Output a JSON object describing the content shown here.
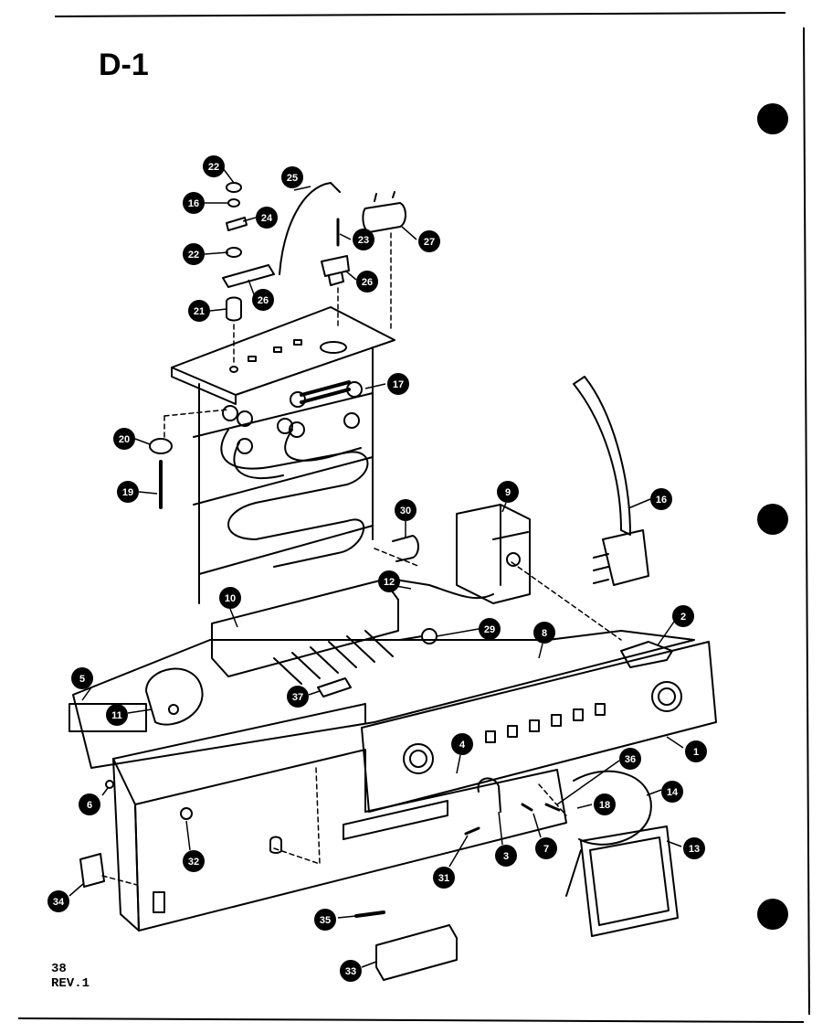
{
  "diagram": {
    "title": "D-1",
    "page_number": "38",
    "revision": "REV.1"
  },
  "callouts": [
    {
      "id": "c22a",
      "label": "22"
    },
    {
      "id": "c16a",
      "label": "16"
    },
    {
      "id": "c24",
      "label": "24"
    },
    {
      "id": "c22b",
      "label": "22"
    },
    {
      "id": "c26a",
      "label": "26"
    },
    {
      "id": "c21",
      "label": "21"
    },
    {
      "id": "c25",
      "label": "25"
    },
    {
      "id": "c23",
      "label": "23"
    },
    {
      "id": "c26b",
      "label": "26"
    },
    {
      "id": "c27",
      "label": "27"
    },
    {
      "id": "c17",
      "label": "17"
    },
    {
      "id": "c20",
      "label": "20"
    },
    {
      "id": "c19",
      "label": "19"
    },
    {
      "id": "c30",
      "label": "30"
    },
    {
      "id": "c9",
      "label": "9"
    },
    {
      "id": "c16b",
      "label": "16"
    },
    {
      "id": "c12",
      "label": "12"
    },
    {
      "id": "c10",
      "label": "10"
    },
    {
      "id": "c29",
      "label": "29"
    },
    {
      "id": "c2",
      "label": "2"
    },
    {
      "id": "c8",
      "label": "8"
    },
    {
      "id": "c5",
      "label": "5"
    },
    {
      "id": "c11",
      "label": "11"
    },
    {
      "id": "c37",
      "label": "37"
    },
    {
      "id": "c4",
      "label": "4"
    },
    {
      "id": "c1",
      "label": "1"
    },
    {
      "id": "c36",
      "label": "36"
    },
    {
      "id": "c14",
      "label": "14"
    },
    {
      "id": "c6",
      "label": "6"
    },
    {
      "id": "c18",
      "label": "18"
    },
    {
      "id": "c13",
      "label": "13"
    },
    {
      "id": "c32",
      "label": "32"
    },
    {
      "id": "c3",
      "label": "3"
    },
    {
      "id": "c7",
      "label": "7"
    },
    {
      "id": "c31",
      "label": "31"
    },
    {
      "id": "c34",
      "label": "34"
    },
    {
      "id": "c35",
      "label": "35"
    },
    {
      "id": "c33",
      "label": "33"
    }
  ]
}
